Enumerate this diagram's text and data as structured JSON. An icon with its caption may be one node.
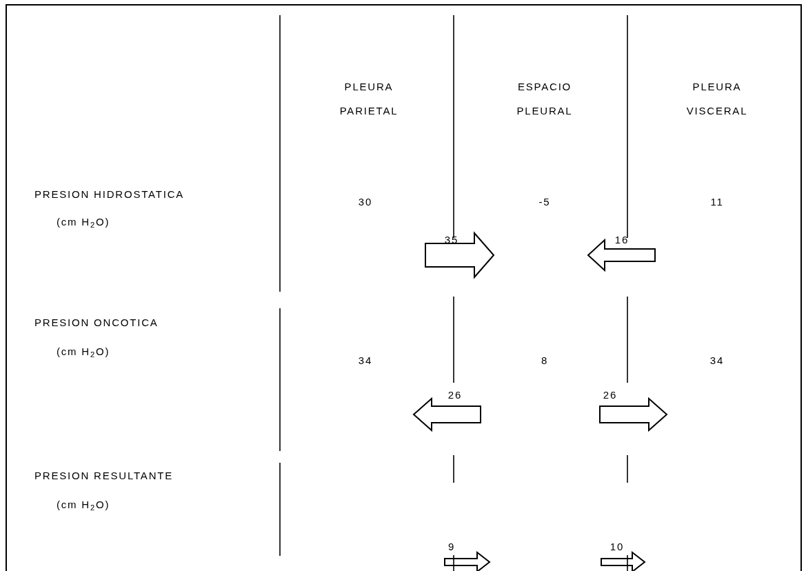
{
  "diagram": {
    "labels": [
      "PLEURA PARIETAL",
      "ESPACIO PLEURAL",
      "PLEURA VISCERAL",
      "PRESION HIDROSTATICA",
      "(cm H$_{2}$O)",
      "30",
      "-5",
      "11",
      "35",
      "16",
      "PRESION ONCOTICA",
      "(cm H$_{2}$O)",
      "34",
      "8",
      "34",
      "26",
      "26",
      "PRESION RESULTANTE",
      "(cm H$_{2}$O)",
      "9",
      "10"
    ]
  }
}
